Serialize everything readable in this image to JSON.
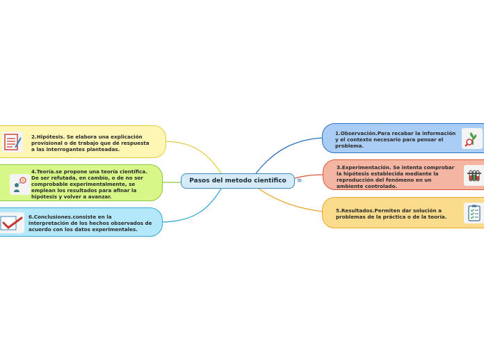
{
  "central": {
    "label": "Pasos del metodo cientifico"
  },
  "nodes": {
    "n1": {
      "text": "1.Observación.Para recabar la información y el contexto necesario para pensar el problema.",
      "icon": "plant-magnifier-icon",
      "color": "#2c6fbd"
    },
    "n2": {
      "text": "2.Hipótesis. Se elabora una explicación provisional o de trabajo que dé respuesta a las interrogantes planteadas.",
      "icon": "document-pencil-icon",
      "color": "#e5cd3a"
    },
    "n3": {
      "text": "3.Experimentación. Se intenta comprobar la hipótesis establecida mediante la reproducción del fenómeno en un ambiente controlado.",
      "icon": "test-tubes-icon",
      "color": "#d9543a"
    },
    "n4": {
      "text": "4.Teoría.se propone una teoría científica. De ser refutada, en cambio, o de no ser comprobable experimentalmente, se emplean los resultados para afinar la hipótesis y volver a avanzar.",
      "icon": "thinking-person-icon",
      "color": "#8cc63a"
    },
    "n5": {
      "text": "5.Resultados.Permiten dar solución a problemas de la práctica o de la teoría.",
      "icon": "checklist-icon",
      "color": "#e8a72a"
    },
    "n6": {
      "text": "6.Conclusiones.consiste en la interpretación de los hechos observados de acuerdo con los datos experimentales.",
      "icon": "checkmark-icon",
      "color": "#35a8d6"
    }
  }
}
